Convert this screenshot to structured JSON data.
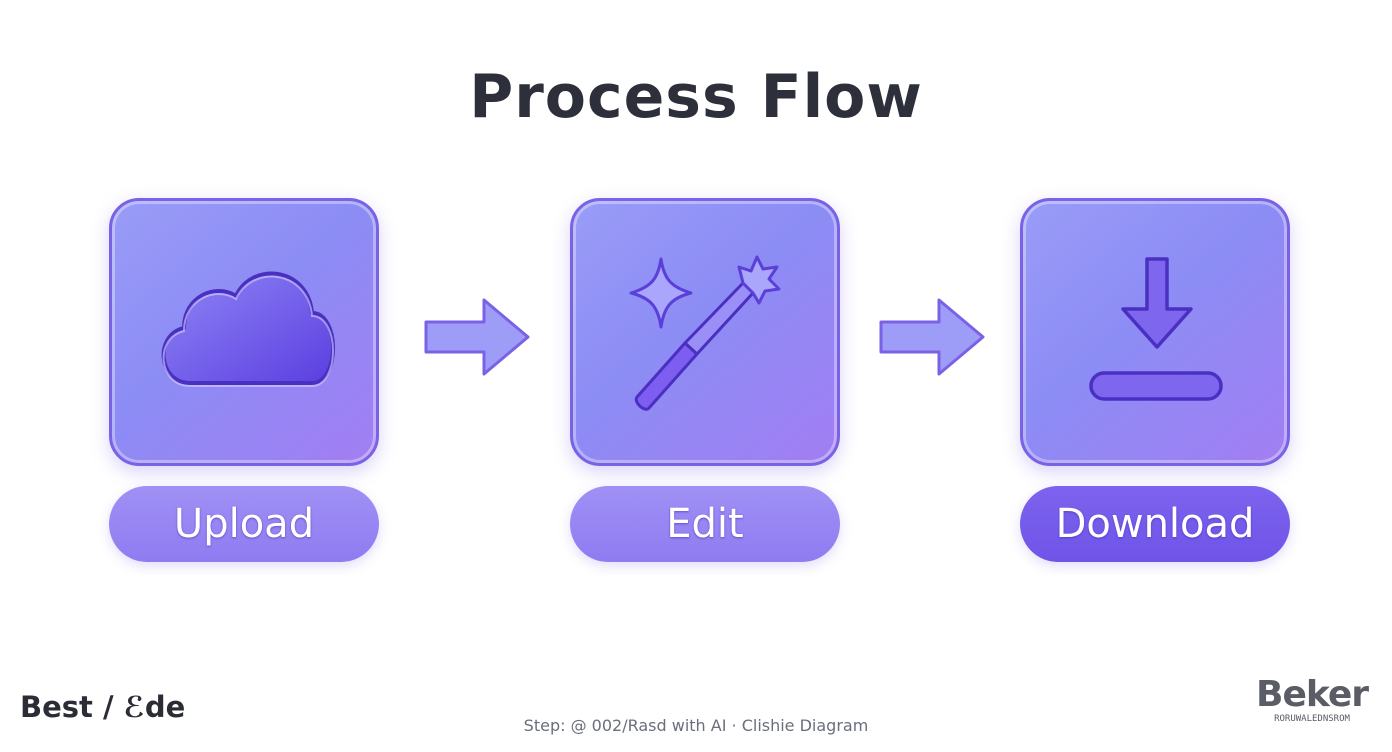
{
  "title": "Process Flow",
  "steps": [
    {
      "label": "Upload",
      "icon": "cloud-icon"
    },
    {
      "label": "Edit",
      "icon": "magic-wand-icon"
    },
    {
      "label": "Download",
      "icon": "download-icon"
    }
  ],
  "footer": {
    "brand": "Best / ℰde",
    "caption": "Step: @ 002/Rasd with AI · Clishie Diagram",
    "watermark_big": "Beker",
    "watermark_small": "RORUWALEDNSROM"
  },
  "colors": {
    "card": "#8f8ff5",
    "card_border": "#7a62e6",
    "icon_fill": "#6d4fe6",
    "title": "#2d2f3a"
  }
}
